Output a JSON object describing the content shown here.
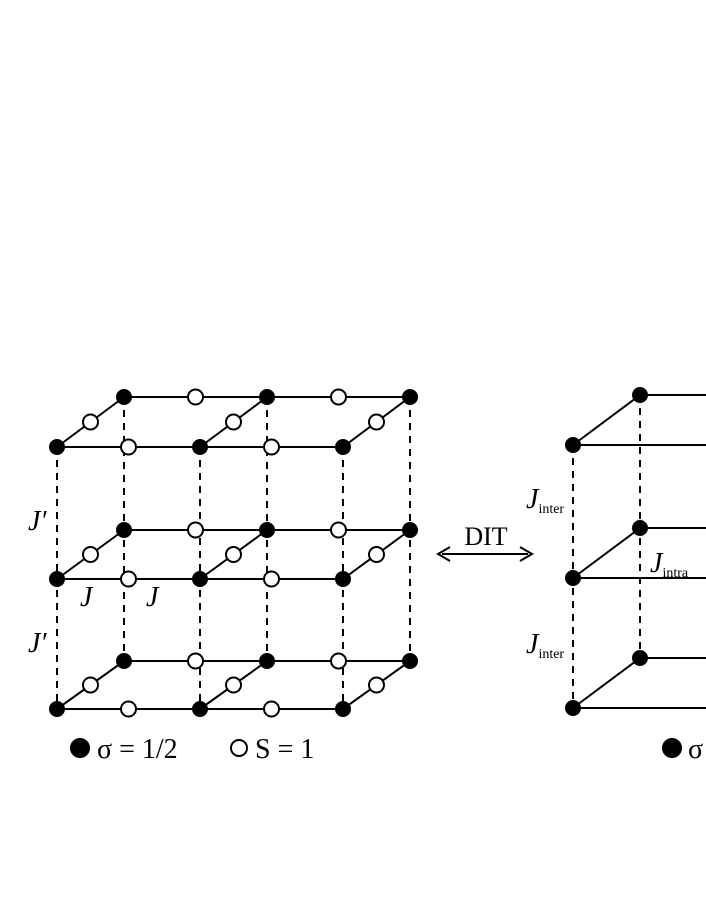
{
  "colors": {
    "line": "#000000",
    "background": "#ffffff",
    "filled_site": "#000000",
    "open_site": "#ffffff"
  },
  "left_lattice": {
    "coupling_vertical_upper": "J′",
    "coupling_vertical_lower": "J′",
    "coupling_inplane_a": "J",
    "coupling_inplane_b": "J"
  },
  "arrow": {
    "label": "DIT"
  },
  "right_lattice": {
    "coupling_inter_upper": {
      "main": "J",
      "sub": "inter"
    },
    "coupling_intra": {
      "main": "J",
      "sub": "intra"
    },
    "coupling_inter_lower": {
      "main": "J",
      "sub": "inter"
    }
  },
  "legend": {
    "filled_label": "σ = 1/2",
    "open_label": "S = 1",
    "right_partial_label": "σ"
  }
}
